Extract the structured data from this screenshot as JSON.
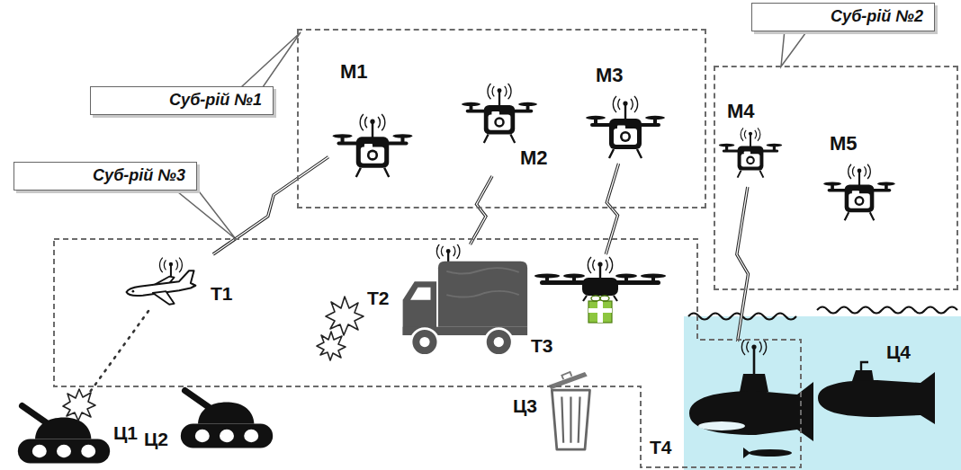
{
  "diagram": {
    "nodes": [
      {
        "text": [
          "Суб-рій №1"
        ]
      },
      {
        "text": [
          "М1"
        ],
        "in": 0
      },
      {
        "text": [
          "М2"
        ],
        "in": 0
      },
      {
        "text": [
          "М3"
        ],
        "in": 0
      },
      {
        "text": [
          "Суб-рій №2"
        ]
      },
      {
        "text": [
          "М4"
        ],
        "in": 4
      },
      {
        "text": [
          "М5"
        ],
        "in": 4
      },
      {
        "text": [
          "Суб-рій №3"
        ]
      },
      {
        "text": [
          "Т1"
        ],
        "in": 7
      },
      {
        "text": [
          "Т2"
        ],
        "in": 7
      },
      {
        "text": [
          "Т3"
        ],
        "in": 7
      },
      {
        "text": [
          "Т4"
        ],
        "in": 7
      }
    ],
    "edges": [
      {
        "from": 1,
        "to": 8,
        "arrow": "none"
      },
      {
        "from": 2,
        "to": 9,
        "arrow": "none"
      },
      {
        "from": 3,
        "to": 10,
        "arrow": "none"
      },
      {
        "from": 5,
        "to": 11,
        "arrow": "none"
      }
    ],
    "labels": [
      "Ц1",
      "Ц2",
      "Ц3",
      "Ц4"
    ]
  }
}
